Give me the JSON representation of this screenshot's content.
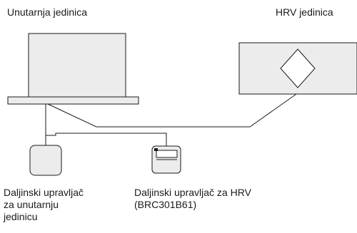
{
  "labels": {
    "indoor_unit_title": "Unutarnja jedinica",
    "hrv_unit_title": "HRV jedinica",
    "remote_indoor_lines": [
      "Daljinski upravljač",
      "za unutarnju",
      "jedinicu"
    ],
    "remote_hrv_lines": [
      "Daljinski upravljač za HRV",
      "(BRC301B61)"
    ]
  },
  "colors": {
    "unit_fill": "#ececec",
    "stroke": "#1a1a1a",
    "background": "#ffffff"
  }
}
